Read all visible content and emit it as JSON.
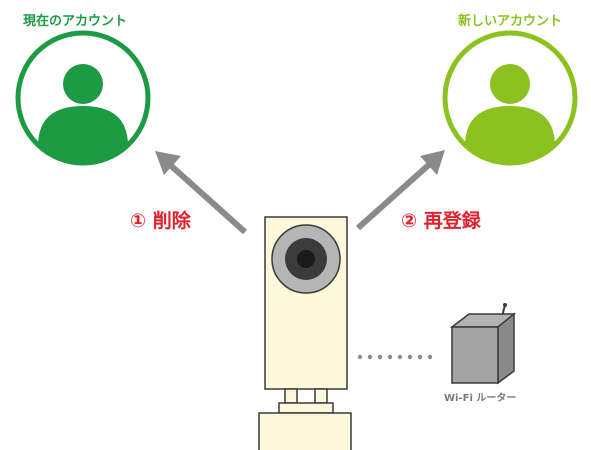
{
  "accounts": {
    "current": {
      "label": "現在のアカウント",
      "color": "#1c9a44"
    },
    "new": {
      "label": "新しいアカウント",
      "color": "#8bc21f"
    }
  },
  "steps": {
    "delete": "① 削除",
    "reregister": "② 再登録",
    "color": "#e3212e"
  },
  "router": {
    "label": "Wi-Fi ルーター"
  },
  "colors": {
    "arrow": "#8a8a8a",
    "camera_body": "#fdf8dc",
    "outline": "#3a3a3a"
  }
}
